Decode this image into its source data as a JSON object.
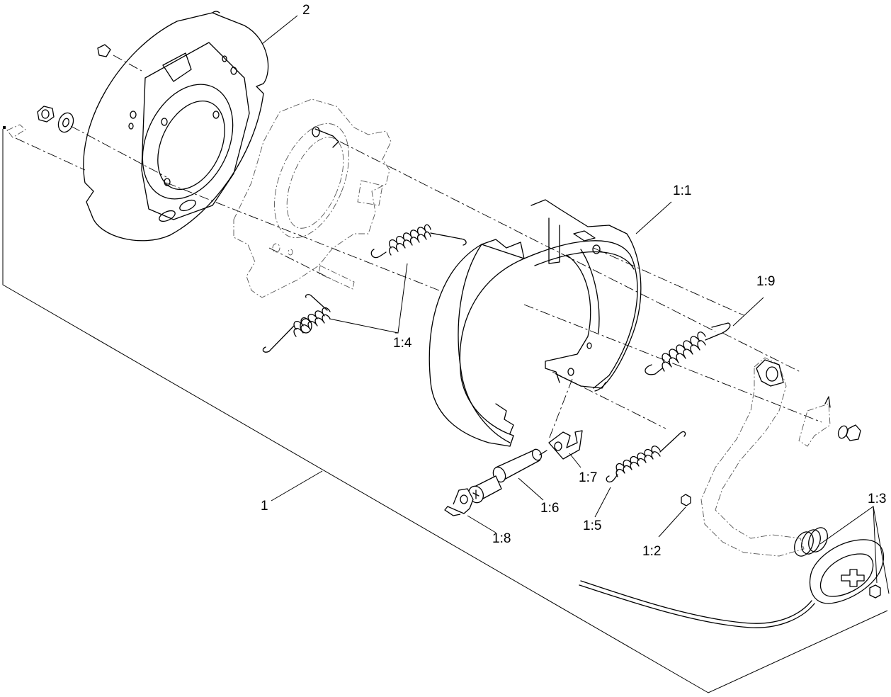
{
  "callouts": {
    "c1": "1",
    "c2": "2",
    "c1_1": "1:1",
    "c1_2": "1:2",
    "c1_3": "1:3",
    "c1_4": "1:4",
    "c1_5": "1:5",
    "c1_6": "1:6",
    "c1_7": "1:7",
    "c1_8": "1:8",
    "c1_9": "1:9"
  },
  "colors": {
    "line": "#000000",
    "phantom": "#555555",
    "background": "#ffffff"
  }
}
